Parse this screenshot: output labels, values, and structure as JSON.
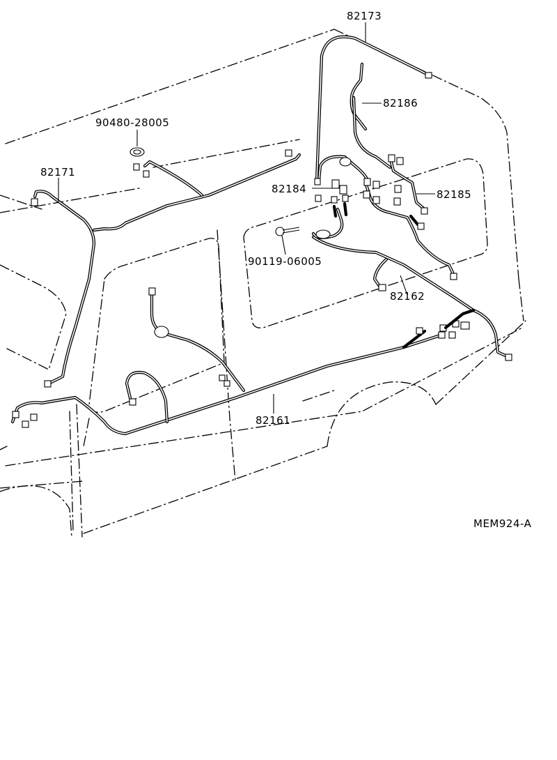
{
  "labels": {
    "p82173": "82173",
    "p82186": "82186",
    "p90480": "90480-28005",
    "p82171": "82171",
    "p82184": "82184",
    "p82185": "82185",
    "p90119": "90119-06005",
    "p82162": "82162",
    "p82161": "82161",
    "diagram_code": "MEM924-A"
  }
}
